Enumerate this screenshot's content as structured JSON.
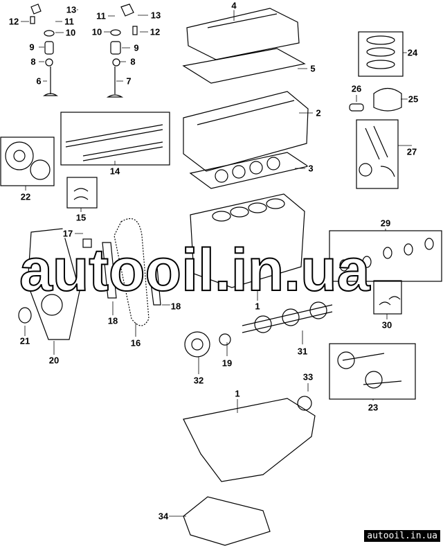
{
  "callouts": [
    "13",
    "12",
    "11",
    "10",
    "9",
    "8",
    "6",
    "11",
    "13",
    "10",
    "12",
    "9",
    "8",
    "7",
    "4",
    "5",
    "2",
    "3",
    "24",
    "26",
    "25",
    "27",
    "14",
    "22",
    "15",
    "29",
    "17",
    "18",
    "18",
    "16",
    "21",
    "20",
    "1",
    "30",
    "31",
    "19",
    "32",
    "33",
    "1",
    "23",
    "34"
  ],
  "watermark": "autooil.in.ua",
  "badge": "autooil.in.ua",
  "colors": {
    "line": "#000000",
    "background": "#ffffff"
  }
}
